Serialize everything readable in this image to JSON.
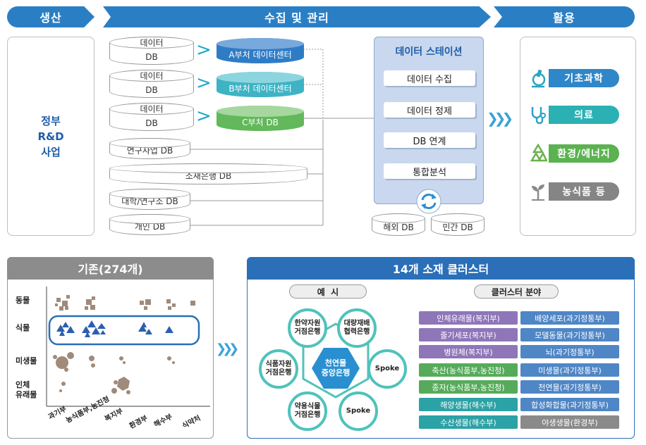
{
  "banners": {
    "production": "생산",
    "collection": "수집 및 관리",
    "usage": "활용"
  },
  "production_panel": {
    "title_line1": "정부",
    "title_line2": "R&D",
    "title_line3": "사업"
  },
  "db_items": [
    {
      "top": "데이터",
      "bottom": "DB"
    },
    {
      "top": "데이터",
      "bottom": "DB"
    },
    {
      "top": "데이터",
      "bottom": "DB"
    },
    {
      "label": "연구사업 DB"
    },
    {
      "label": "소재은행 DB"
    },
    {
      "label": "대학/연구소 DB"
    },
    {
      "label": "개인 DB"
    }
  ],
  "centers": [
    "A부처 데이터센터",
    "B부처 데이터센터",
    "C부처 DB"
  ],
  "center_colors": [
    "#2f7cc6",
    "#3eb3c4",
    "#62b85a"
  ],
  "station": {
    "title": "데이터 스테이션",
    "steps": [
      "데이터 수집",
      "데이터 정제",
      "DB 연계",
      "통합분석"
    ],
    "external": [
      "해외 DB",
      "민간 DB"
    ]
  },
  "usage_items": [
    {
      "label": "기초과학",
      "icon": "microscope-icon",
      "color": "#2f86c8"
    },
    {
      "label": "의료",
      "icon": "stethoscope-icon",
      "color": "#2bb1b3"
    },
    {
      "label": "환경/에너지",
      "icon": "recycle-icon",
      "color": "#5bb250"
    },
    {
      "label": "농식품 등",
      "icon": "sprout-icon",
      "color": "#858585"
    }
  ],
  "existing": {
    "title": "기존(274개)",
    "rows": [
      "동물",
      "식물",
      "미생물",
      "인체\n유래물"
    ],
    "cols": [
      "과기부",
      "농식품부,농진청",
      "복지부",
      "환경부",
      "해수부",
      "식약처"
    ]
  },
  "clusters": {
    "title": "14개 소재 클러스터",
    "example_label": "예  시",
    "field_label": "클러스터 분야",
    "hub": "천연물\n중앙은행",
    "nodes": [
      "한약자원\n거점은행",
      "대량재배\n협력은행",
      "Spoke",
      "Spoke",
      "약용식물\n거점은행",
      "식품자원\n거점은행"
    ],
    "left_tags": [
      "인체유래물(복지부)",
      "줄기세포(복지부)",
      "병원체(복지부)",
      "축산(농식품부,농진청)",
      "종자(농식품부,농진청)",
      "해양생물(해수부)",
      "수산생물(해수부)"
    ],
    "right_tags": [
      "배양세포(과기정통부)",
      "모델동물(과기정통부)",
      "뇌(과기정통부)",
      "미생물(과기정통부)",
      "천연물(과기정통부)",
      "합성화합물(과기정통부)",
      "야생생물(환경부)"
    ]
  }
}
